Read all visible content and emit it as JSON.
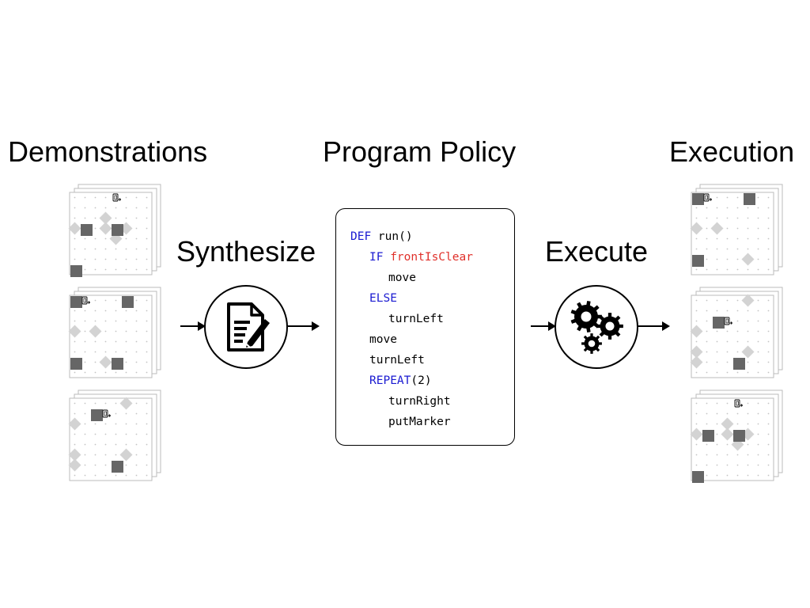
{
  "headings": {
    "demonstrations": "Demonstrations",
    "program_policy": "Program Policy",
    "execution": "Execution"
  },
  "steps": {
    "synthesize": "Synthesize",
    "execute": "Execute"
  },
  "icons": {
    "synthesize": "document-pen-icon",
    "execute": "gears-icon",
    "robot": "robot-agent-icon"
  },
  "colors": {
    "keyword": "#1a1ad1",
    "condition": "#e0302a",
    "wall": "#666666",
    "marker": "#d3d3d3"
  },
  "program": [
    {
      "indent": 0,
      "parts": [
        {
          "text": "DEF",
          "kind": "keyword"
        },
        {
          "text": " run()",
          "kind": "plain"
        }
      ]
    },
    {
      "indent": 1,
      "parts": [
        {
          "text": "IF",
          "kind": "keyword"
        },
        {
          "text": " ",
          "kind": "plain"
        },
        {
          "text": "frontIsClear",
          "kind": "condition"
        }
      ]
    },
    {
      "indent": 2,
      "parts": [
        {
          "text": "move",
          "kind": "plain"
        }
      ]
    },
    {
      "indent": 1,
      "parts": [
        {
          "text": "ELSE",
          "kind": "keyword"
        }
      ]
    },
    {
      "indent": 2,
      "parts": [
        {
          "text": "turnLeft",
          "kind": "plain"
        }
      ]
    },
    {
      "indent": 1,
      "parts": [
        {
          "text": "move",
          "kind": "plain"
        }
      ]
    },
    {
      "indent": 1,
      "parts": [
        {
          "text": "turnLeft",
          "kind": "plain"
        }
      ]
    },
    {
      "indent": 1,
      "parts": [
        {
          "text": "REPEAT",
          "kind": "keyword"
        },
        {
          "text": "(2)",
          "kind": "plain"
        }
      ]
    },
    {
      "indent": 2,
      "parts": [
        {
          "text": "turnRight",
          "kind": "plain"
        }
      ]
    },
    {
      "indent": 2,
      "parts": [
        {
          "text": "putMarker",
          "kind": "plain"
        }
      ]
    }
  ],
  "grids": {
    "demonstrations": [
      {
        "walls": [
          [
            1,
            3
          ],
          [
            4,
            3
          ],
          [
            0,
            7
          ]
        ],
        "markers": [
          [
            3,
            2
          ],
          [
            0,
            3
          ],
          [
            3,
            3
          ],
          [
            5,
            3
          ],
          [
            4,
            4
          ]
        ],
        "robot": [
          4,
          0
        ]
      },
      {
        "walls": [
          [
            0,
            0
          ],
          [
            5,
            0
          ],
          [
            0,
            6
          ],
          [
            4,
            6
          ]
        ],
        "markers": [
          [
            0,
            3
          ],
          [
            2,
            3
          ],
          [
            3,
            6
          ]
        ],
        "robot": [
          1,
          0
        ]
      },
      {
        "walls": [
          [
            2,
            1
          ],
          [
            4,
            6
          ]
        ],
        "markers": [
          [
            5,
            0
          ],
          [
            0,
            2
          ],
          [
            0,
            5
          ],
          [
            5,
            5
          ],
          [
            0,
            6
          ]
        ],
        "robot": [
          3,
          1
        ]
      }
    ],
    "execution": [
      {
        "walls": [
          [
            0,
            0
          ],
          [
            5,
            0
          ],
          [
            0,
            6
          ]
        ],
        "markers": [
          [
            0,
            3
          ],
          [
            2,
            3
          ],
          [
            5,
            6
          ]
        ],
        "robot": [
          1,
          0
        ]
      },
      {
        "walls": [
          [
            2,
            2
          ],
          [
            4,
            6
          ]
        ],
        "markers": [
          [
            5,
            0
          ],
          [
            0,
            3
          ],
          [
            0,
            5
          ],
          [
            5,
            5
          ],
          [
            0,
            6
          ]
        ],
        "robot": [
          3,
          2
        ]
      },
      {
        "walls": [
          [
            1,
            3
          ],
          [
            4,
            3
          ],
          [
            0,
            7
          ]
        ],
        "markers": [
          [
            3,
            2
          ],
          [
            0,
            3
          ],
          [
            3,
            3
          ],
          [
            5,
            3
          ],
          [
            4,
            4
          ]
        ],
        "robot": [
          4,
          0
        ]
      }
    ]
  }
}
